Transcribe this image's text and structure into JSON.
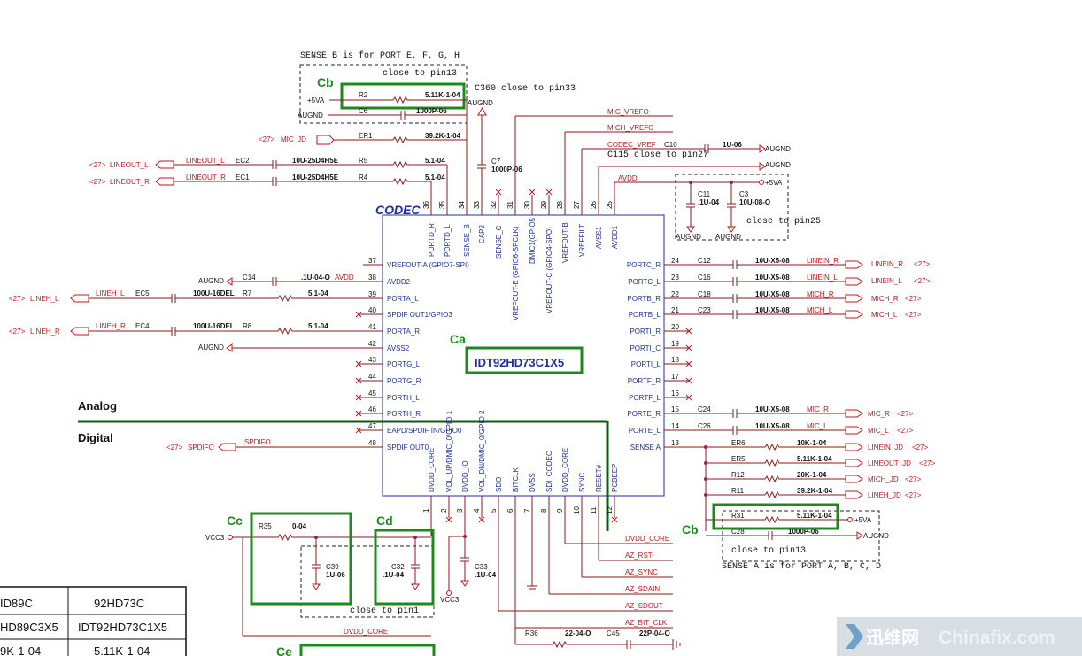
{
  "notes": {
    "sense_b": "SENSE B is for PORT E, F, G, H",
    "sense_a": "SENSE A is for PORT A, B, C, D",
    "close_pin13_top": "close to pin13",
    "close_pin13_bot": "close to pin13",
    "c360": "C360 close to pin33",
    "c115": "C115 close to pin27",
    "close_pin25": "close to pin25",
    "close_pin1": "close to pin1"
  },
  "codec": {
    "label": "CODEC",
    "part": "IDT92HD73C1X5"
  },
  "highlights": {
    "cb1": "Cb",
    "ca": "Ca",
    "cb2": "Cb",
    "cc": "Cc",
    "cd": "Cd",
    "ce": "Ce"
  },
  "sections": {
    "analog": "Analog",
    "digital": "Digital"
  },
  "top_pins": [
    {
      "name": "PORTD_R",
      "num": "36"
    },
    {
      "name": "PORTD_L",
      "num": "35"
    },
    {
      "name": "SENSE_B",
      "num": "34"
    },
    {
      "name": "CAP2",
      "num": "33"
    },
    {
      "name": "SENSE_C",
      "num": "32"
    },
    {
      "name": "VREFOUT-E (GPIO6-SPCLK)",
      "num": "31"
    },
    {
      "name": "DMIC1(GPIO5",
      "num": "30"
    },
    {
      "name": "VREFOUT-C (GPIO4-SPO)",
      "num": "29"
    },
    {
      "name": "VREFOUT-B",
      "num": "28"
    },
    {
      "name": "VREFFILT",
      "num": "27"
    },
    {
      "name": "AVSS1",
      "num": "26"
    },
    {
      "name": "AVDD1",
      "num": "25"
    }
  ],
  "left_pins": [
    {
      "name": "VREFOUT-A (GPIO7-SPI)",
      "num": "37"
    },
    {
      "name": "AVDD2",
      "num": "38"
    },
    {
      "name": "PORTA_L",
      "num": "39"
    },
    {
      "name": "SPDIF OUT1/GPIO3",
      "num": "40"
    },
    {
      "name": "PORTA_R",
      "num": "41"
    },
    {
      "name": "AVSS2",
      "num": "42"
    },
    {
      "name": "PORTG_L",
      "num": "43"
    },
    {
      "name": "PORTG_R",
      "num": "44"
    },
    {
      "name": "PORTH_L",
      "num": "45"
    },
    {
      "name": "PORTH_R",
      "num": "46"
    },
    {
      "name": "EAPD/SPDIF IN/GPIO0",
      "num": "47"
    },
    {
      "name": "SPDIF OUT0",
      "num": "48"
    }
  ],
  "right_pins": [
    {
      "name": "PORTC_R",
      "num": "24"
    },
    {
      "name": "PORTC_L",
      "num": "23"
    },
    {
      "name": "PORTB_R",
      "num": "22"
    },
    {
      "name": "PORTB_L",
      "num": "21"
    },
    {
      "name": "PORTI_R",
      "num": "20"
    },
    {
      "name": "PORTI_C",
      "num": "19"
    },
    {
      "name": "PORTI_L",
      "num": "18"
    },
    {
      "name": "PORTF_R",
      "num": "17"
    },
    {
      "name": "PORTF_L",
      "num": "16"
    },
    {
      "name": "PORTE_R",
      "num": "15"
    },
    {
      "name": "PORTE_L",
      "num": "14"
    },
    {
      "name": "SENSE A",
      "num": "13"
    }
  ],
  "bottom_pins": [
    {
      "name": "DVDD_CORE",
      "num": "1"
    },
    {
      "name": "VOL_UP/DMIC_0/GPIO 1",
      "num": "2"
    },
    {
      "name": "DVDD_IO",
      "num": "3"
    },
    {
      "name": "VOL_DN/DMIC_0/GPIO 2",
      "num": "4"
    },
    {
      "name": "SDO",
      "num": "5"
    },
    {
      "name": "BITCLK",
      "num": "6"
    },
    {
      "name": "DVSS",
      "num": "7"
    },
    {
      "name": "SDI_CODEC",
      "num": "8"
    },
    {
      "name": "DVDD_CORE",
      "num": "9"
    },
    {
      "name": "SYNC",
      "num": "10"
    },
    {
      "name": "RESET#",
      "num": "11"
    },
    {
      "name": "PCBEEP",
      "num": "12"
    }
  ],
  "top_parts": {
    "r2": "R2",
    "r2v": "5.11K-1-04",
    "plus5va": "+5VA",
    "c6": "C6",
    "c6v": "1000P-06",
    "augnd": "AUGND",
    "mic_jd_ref": "<27>",
    "mic_jd": "MIC_JD",
    "er1": "ER1",
    "er1v": "39.2K-1-04",
    "lo_l_ref": "<27>",
    "lo_l": "LINEOUT_L",
    "lo_l2": "LINEOUT_L",
    "ec2": "EC2",
    "ec2v": "10U-25D4H5E",
    "r5": "R5",
    "r5v": "5.1-04",
    "lo_r_ref": "<27>",
    "lo_r": "LINEOUT_R",
    "lo_r2": "LINEOUT_R",
    "ec1": "EC1",
    "ec1v": "10U-25D4H5E",
    "r4": "R4",
    "r4v": "5.1-04",
    "c7": "C7",
    "c7v": "1000P-06",
    "cap_augnd": "AUGND",
    "mic_vrefo": "MIC_VREFO",
    "mich_vrefo": "MICH_VREFO",
    "codec_vref": "CODEC_VREF",
    "c10": "C10",
    "c10v": "1U-06",
    "c10gnd": "AUGND",
    "augnd_r": "AUGND",
    "avdd": "AVDD",
    "plus5va_r": "+5VA",
    "c11": "C11",
    "c11v": ".1U-04",
    "c3": "C3",
    "c3v": "10U-08-O",
    "augnd_a": "AUGND",
    "augnd_b": "AUGND"
  },
  "left_parts": {
    "augnd1": "AUGND",
    "c14": "C14",
    "c14v": ".1U-04-O",
    "avdd": "AVDD",
    "lh_l_ref": "<27>",
    "lh_l": "LINEH_L",
    "lh_l2": "LINEH_L",
    "ec5": "EC5",
    "ec5v": "100U-16DEL",
    "r7": "R7",
    "r7v": "5.1-04",
    "lh_r_ref": "<27>",
    "lh_r": "LINEH_R",
    "lh_r2": "LINEH_R",
    "ec4": "EC4",
    "ec4v": "100U-16DEL",
    "r8": "R8",
    "r8v": "5.1-04",
    "augnd2": "AUGND",
    "spdifo_ref": "<27>",
    "spdifo": "SPDIFO",
    "spdifo2": "SPDIFO"
  },
  "right_parts": {
    "c12": "C12",
    "c12v": "10U-X5-08",
    "lin_r": "LINEIN_R",
    "lin_r2": "LINEIN_R",
    "ref1": "<27>",
    "c16": "C16",
    "c16v": "10U-X5-08",
    "lin_l": "LINEIN_L",
    "lin_l2": "LINEIN_L",
    "ref2": "<27>",
    "c18": "C18",
    "c18v": "10U-X5-08",
    "mich_r": "MICH_R",
    "mich_r2": "MICH_R",
    "ref3": "<27>",
    "c23": "C23",
    "c23v": "10U-X5-08",
    "mich_l": "MICH_L",
    "mich_l2": "MICH_L",
    "ref4": "<27>",
    "c24": "C24",
    "c24v": "10U-X5-08",
    "mic_r": "MIC_R",
    "mic_r2": "MIC_R",
    "ref5": "<27>",
    "c26": "C26",
    "c26v": "10U-X5-08",
    "mic_l": "MIC_L",
    "mic_l2": "MIC_L",
    "ref6": "<27>",
    "er6": "ER6",
    "er6v": "10K-1-04",
    "lin_jd": "LINEIN_JD",
    "ref7": "<27>",
    "er5": "ER5",
    "er5v": "5.11K-1-04",
    "lout_jd": "LINEOUT_JD",
    "ref8": "<27>",
    "r12": "R12",
    "r12v": "20K-1-04",
    "mich_jd": "MICH_JD",
    "ref9": "<27>",
    "r11": "R11",
    "r11v": "39.2K-1-04",
    "lineh_jd": "LINEH_JD",
    "ref10": "<27>",
    "r31": "R31",
    "r31v": "5.11K-1-04",
    "plus5va": "+5VA",
    "c28": "C28",
    "c28v": "1000P-06",
    "augnd": "AUGND"
  },
  "bottom_parts": {
    "r35": "R35",
    "r35v": "0-04",
    "vcc3": "VCC3",
    "c39": "C39",
    "c39v": "1U-06",
    "c32": "C32",
    "c32v": ".1U-04",
    "c33": "C33",
    "c33v": ".1U-04",
    "vcc3b": "VCC3",
    "dvdd_core": "DVDD_CORE",
    "az_rst": "AZ_RST-",
    "az_sync": "AZ_SYNC",
    "az_sdain": "AZ_SDAIN",
    "az_sdout": "AZ_SDOUT",
    "az_bitclk": "AZ_BIT_CLK",
    "r36": "R36",
    "r36v": "22-04-O",
    "c45": "C45",
    "c45v": "22P-04-O",
    "dvdd_core2": "DVDD_CORE"
  },
  "table": {
    "rows": [
      [
        "ID89C",
        "92HD73C"
      ],
      [
        "HD89C3X5",
        "IDT92HD73C1X5"
      ],
      [
        "9K-1-04",
        "5.11K-1-04"
      ]
    ]
  },
  "watermark": {
    "cn": "迅维网",
    "en": "Chinafix.com"
  }
}
